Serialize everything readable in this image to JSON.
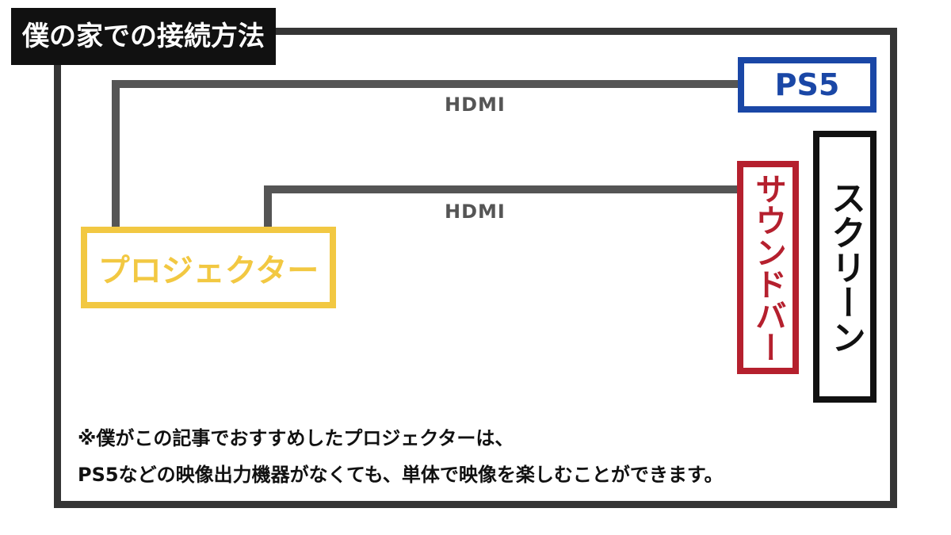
{
  "title": "僕の家での接続方法",
  "devices": {
    "ps5": "PS5",
    "projector": "プロジェクター",
    "soundbar": "サウンドバー",
    "screen": "スクリーン"
  },
  "connections": [
    {
      "label": "HDMI",
      "from": "ps5",
      "to": "projector"
    },
    {
      "label": "HDMI",
      "from": "soundbar",
      "to": "projector"
    }
  ],
  "note": {
    "line1": "※僕がこの記事でおすすめしたプロジェクターは、",
    "line2": "PS5などの映像出力機器がなくても、単体で映像を楽しむことができます。"
  },
  "colors": {
    "frame": "#353535",
    "wire": "#555555",
    "ps5": "#1a47a6",
    "projector": "#f2c842",
    "soundbar": "#b5202e",
    "screen": "#111111",
    "title_bg": "#111111"
  }
}
